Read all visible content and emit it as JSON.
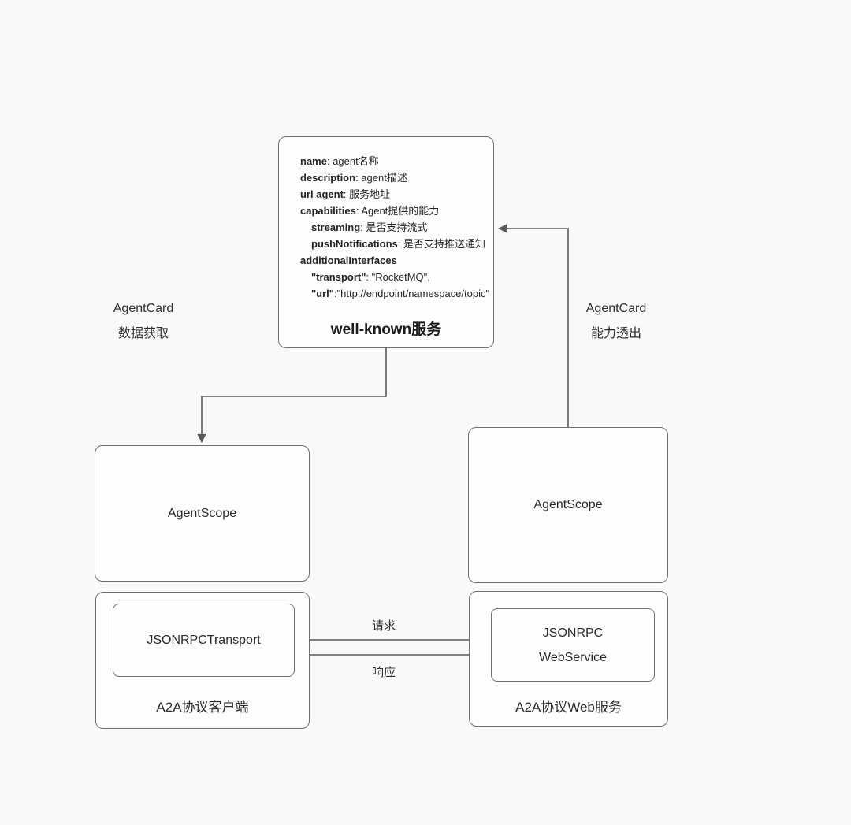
{
  "colors": {
    "background": "#f9f9f9",
    "box_fill": "#fdfdfd",
    "box_border": "#6f6f6f",
    "arrow": "#5a5a5a",
    "text": "#242424"
  },
  "well_known_box": {
    "title": "well-known服务",
    "fields": [
      {
        "key": "name",
        "value": ": agent名称",
        "indent": 0
      },
      {
        "key": "description",
        "value": ": agent描述",
        "indent": 0
      },
      {
        "key": "url agent",
        "value": ": 服务地址",
        "indent": 0
      },
      {
        "key": "capabilities",
        "value": ": Agent提供的能力",
        "indent": 0
      },
      {
        "key": "streaming",
        "value": ": 是否支持流式",
        "indent": 1
      },
      {
        "key": "pushNotifications",
        "value": ": 是否支持推送通知",
        "indent": 1
      },
      {
        "key": "additionalInterfaces",
        "value": "",
        "indent": 0
      },
      {
        "key": "\"transport\"",
        "value": ": \"RocketMQ\",",
        "indent": 1
      },
      {
        "key": "\"url\"",
        "value": ":\"http://endpoint/namespace/topic\"",
        "indent": 1
      }
    ]
  },
  "agentscope_left": {
    "label": "AgentScope"
  },
  "agentscope_right": {
    "label": "AgentScope"
  },
  "client_box": {
    "label": "A2A协议客户端",
    "inner_label": "JSONRPCTransport"
  },
  "web_box": {
    "label": "A2A协议Web服务",
    "inner_line1": "JSONRPC",
    "inner_line2": "WebService"
  },
  "edge_labels": {
    "fetch_line1": "AgentCard",
    "fetch_line2": "数据获取",
    "expose_line1": "AgentCard",
    "expose_line2": "能力透出",
    "request": "请求",
    "response": "响应"
  }
}
